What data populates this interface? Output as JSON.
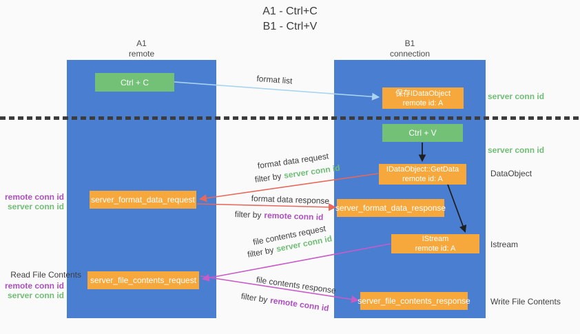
{
  "title": {
    "line1": "A1 - Ctrl+C",
    "line2": "B1 - Ctrl+V"
  },
  "columns": [
    {
      "label": "A1",
      "sublabel": "remote"
    },
    {
      "label": "B1",
      "sublabel": "connection"
    }
  ],
  "nodes": {
    "ctrl_c": "Ctrl + C",
    "save_idataobject_line1": "保存IDataObject",
    "save_idataobject_line2": "remote id: A",
    "ctrl_v": "Ctrl + V",
    "getdata_line1": "IDataObject::GetData",
    "getdata_line2": "remote id: A",
    "server_format_data_request": "server_format_data_request",
    "server_format_data_response": "server_format_data_response",
    "istream_line1": "IStream",
    "istream_line2": "remote id: A",
    "server_file_contents_request": "server_file_contents_request",
    "server_file_contents_response": "server_file_contents_response"
  },
  "arrow_labels": {
    "format_list": "format list",
    "format_data_request": "format data request",
    "format_data_response": "format data response",
    "file_contents_request": "file contents request",
    "file_contents_response": "file contents response",
    "filter_by": "filter by",
    "server_conn_id": "server conn id",
    "remote_conn_id": "remote conn id"
  },
  "side_labels": {
    "server_conn_id": "server conn id",
    "remote_conn_id": "remote conn id",
    "dataobject": "DataObject",
    "istream": "Istream",
    "read_file_contents": "Read File Contents",
    "write_file_contents": "Write File Contents"
  },
  "colors": {
    "column_blue": "#4a7ed1",
    "box_green": "#72c177",
    "box_orange": "#f7a83d",
    "arrow_light_blue": "#a9d4ef",
    "arrow_red": "#e8685a",
    "arrow_magenta": "#c75bc8",
    "arrow_black": "#1f1f1f",
    "label_green": "#6fbe74",
    "label_purple": "#ad4fc0",
    "text_dark": "#3e3e3e",
    "background": "#fafafa"
  }
}
